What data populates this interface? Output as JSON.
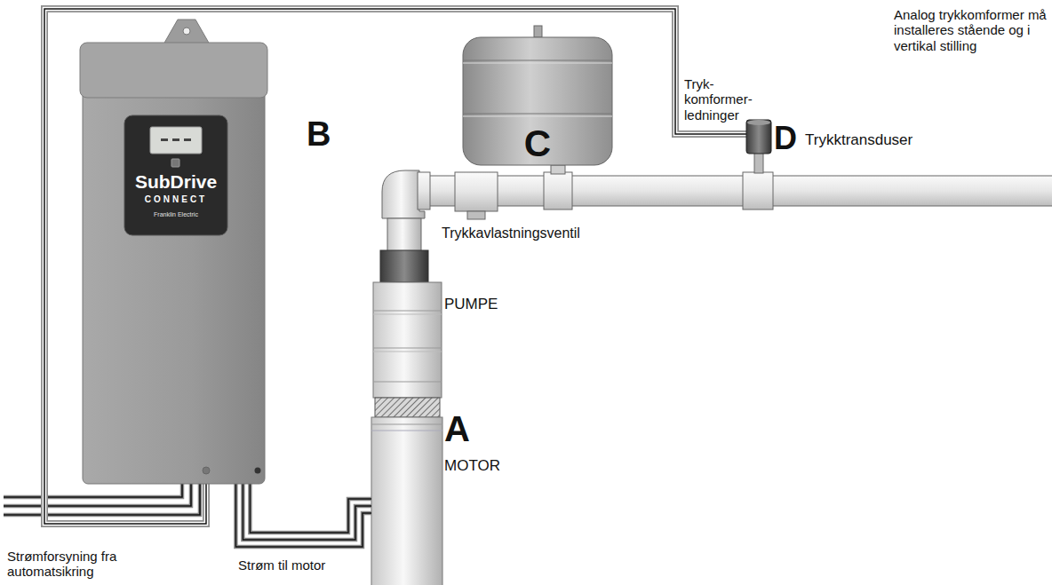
{
  "diagram": {
    "nodes": [
      {
        "text": [
          "SubDrive",
          "CONNECT",
          "Franklin Electric",
          "B"
        ]
      },
      {
        "text": [
          "C"
        ]
      },
      {
        "text": [
          "D",
          "Trykktransduser"
        ]
      },
      {
        "text": [
          "PUMPE"
        ]
      },
      {
        "text": [
          "MOTOR"
        ]
      }
    ],
    "edges": [
      {
        "from": 0,
        "to": 2,
        "arrow": "none",
        "label": "Tryk- komformer- ledninger"
      },
      {
        "from": 0,
        "to": 4,
        "arrow": "none",
        "label": "Strøm til motor"
      }
    ],
    "labels": [
      "A",
      "Trykkavlastningsventil",
      "Strømforsyning fra automatsikring",
      "Analog trykkomformer må installeres stående og i vertikal stilling"
    ]
  }
}
